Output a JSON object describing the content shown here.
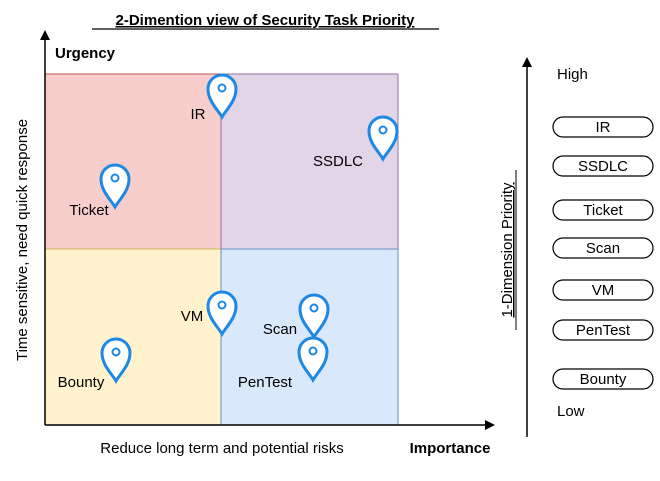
{
  "title": "2-Dimention view of Security Task Priority",
  "matrix": {
    "y_axis_title": "Urgency",
    "y_axis_label": "Time sensitive, need quick response",
    "x_axis_title": "Importance",
    "x_axis_label": "Reduce long term and potential risks",
    "quadrant_colors": {
      "top_left": "#f8cecc",
      "top_right": "#e1d5e7",
      "bottom_left": "#fff2cc",
      "bottom_right": "#dae8fc"
    },
    "marker_color": "#1e88e5",
    "markers": [
      {
        "label": "IR",
        "icon": "map-pin-icon"
      },
      {
        "label": "SSDLC",
        "icon": "map-pin-icon"
      },
      {
        "label": "Ticket",
        "icon": "map-pin-icon"
      },
      {
        "label": "VM",
        "icon": "map-pin-icon"
      },
      {
        "label": "Scan",
        "icon": "map-pin-icon"
      },
      {
        "label": "PenTest",
        "icon": "map-pin-icon"
      },
      {
        "label": "Bounty",
        "icon": "map-pin-icon"
      }
    ]
  },
  "priority": {
    "axis_label": "1-Dimension Priority",
    "high_label": "High",
    "low_label": "Low",
    "items": [
      "IR",
      "SSDLC",
      "Ticket",
      "Scan",
      "VM",
      "PenTest",
      "Bounty"
    ]
  }
}
